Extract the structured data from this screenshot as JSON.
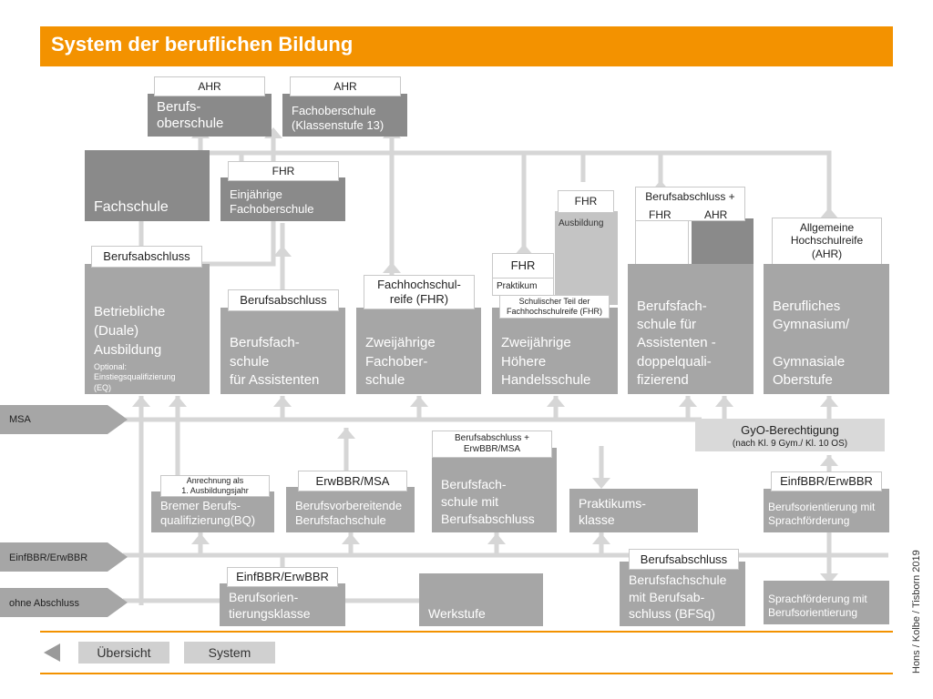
{
  "title": "System der beruflichen Bildung",
  "top": {
    "ahr1": "AHR",
    "ahr2": "AHR",
    "bos": "Berufs-\noberschule",
    "fos13": "Fachoberschule\n(Klassenstufe 13)"
  },
  "row2": {
    "fachschule": "Fachschule",
    "fhr_label": "FHR",
    "fos1": "Einjährige\nFachoberschule",
    "fhr_ausb": "FHR",
    "ausbildung": "Ausbildung",
    "bf_plus": "Berufsabschluss +",
    "bf_fhr": "FHR",
    "bf_ahr": "AHR",
    "ahr_full": "Allgemeine\nHochschulreife\n(AHR)"
  },
  "row3": {
    "berufsabschluss1": "Berufsabschluss",
    "duale": "Betriebliche\n(Duale)\nAusbildung",
    "duale_opt": "Optional:\nEinstiegsqualifizierung\n(EQ)",
    "berufsabschluss2": "Berufsabschluss",
    "bf_assist": "Berufsfach-\nschule\nfür Assistenten",
    "fh_reife": "Fachhochschul-\nreife (FHR)",
    "fos2": "Zweijährige\nFachober-\nschule",
    "fhr_prakt": "FHR",
    "praktikum": "Praktikum",
    "schul_teil": "Schulischer Teil der\nFachhochschulreife (FHR)",
    "hhs": "Zweijährige\nHöhere\nHandelsschule",
    "bf_doppel": "Berufsfach-\nschule für\nAssistenten -\ndoppelquali-\nfizierend",
    "gym": "Berufliches\nGymnasium/\n\nGymnasiale\nOberstufe"
  },
  "msa": "MSA",
  "gyo": "GyO-Berechtigung",
  "gyo_sub": "(nach Kl. 9 Gym./  Kl. 10 OS)",
  "row4": {
    "anrechnung": "Anrechnung als\n1. Ausbildungsjahr",
    "bq": "Bremer Berufs-\nqualifizierung(BQ)",
    "erwbbr_msa": "ErwBBR/MSA",
    "bvfs": "Berufsvorbereitende\nBerufsfachschule",
    "ba_plus": "Berufsabschluss +\nErwBBR/MSA",
    "bfs_ba": "Berufsfach-\nschule mit\nBerufsabschluss",
    "praktikumsklasse": "Praktikums-\nklasse",
    "einf_erw1": "EinfBBR/ErwBBR",
    "bo_sprach": "Berufsorientierung mit\nSprachförderung"
  },
  "einf_erw_side": "EinfBBR/ErwBBR",
  "ohne": "ohne Abschluss",
  "row5": {
    "einf_erw2": "EinfBBR/ErwBBR",
    "bo_klasse": "Berufsorien-\ntierungsklasse",
    "werkstufe": "Werkstufe",
    "berufsabschluss3": "Berufsabschluss",
    "bfsq": "Berufsfachschule\nmit Berufsab-\nschluss (BFSq)",
    "sprach_bo": "Sprachförderung mit\nBerufsorientierung"
  },
  "nav": {
    "uebersicht": "Übersicht",
    "system": "System"
  },
  "credit": "Hons / Kolbe / Tisborn 2019",
  "colors": {
    "accent": "#f39200",
    "box_dark": "#8a8a8a",
    "box_mid": "#a6a6a6",
    "line": "#d3d3d3"
  }
}
